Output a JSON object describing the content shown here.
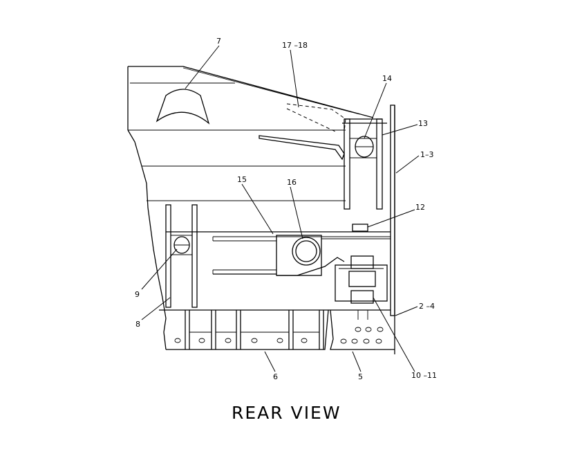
{
  "title": "REAR VIEW",
  "callouts": [
    "7",
    "17 –18",
    "14",
    "13",
    "1–3",
    "12",
    "15",
    "16",
    "9",
    "8",
    "2 –4",
    "6",
    "5",
    "10 –11"
  ]
}
